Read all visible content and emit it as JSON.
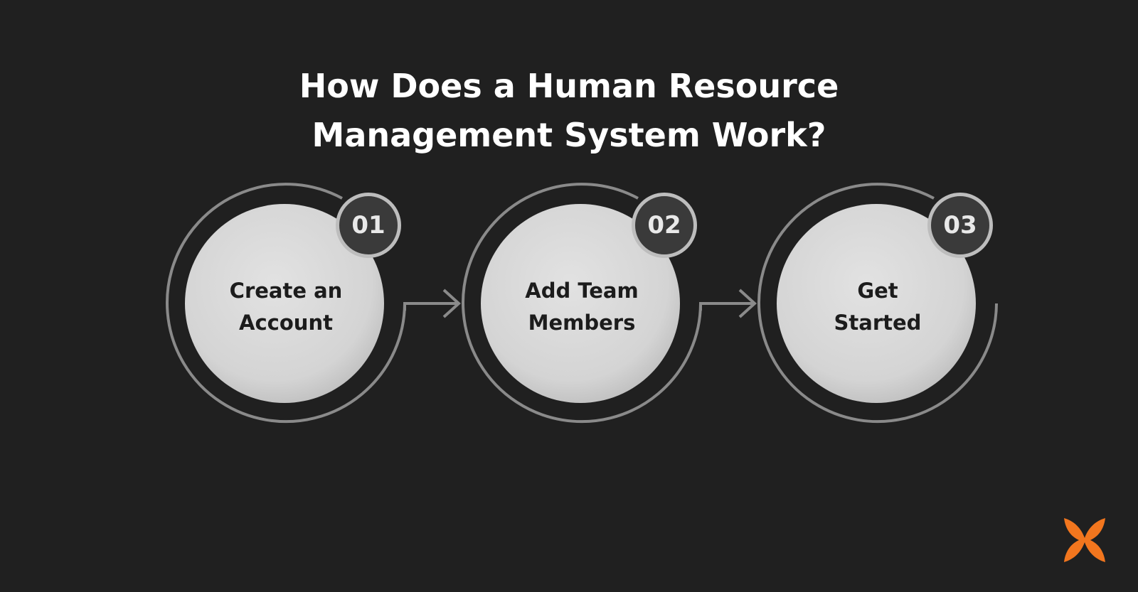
{
  "title": {
    "line1": "How Does a Human Resource",
    "line2": "Management System Work?"
  },
  "steps": [
    {
      "number": "01",
      "line1": "Create an",
      "line2": "Account"
    },
    {
      "number": "02",
      "line1": "Add Team",
      "line2": "Members"
    },
    {
      "number": "03",
      "line1": "Get",
      "line2": "Started"
    }
  ],
  "colors": {
    "background": "#202020",
    "circle_fill": "#d6d6d6",
    "ring": "#8a8a8a",
    "badge_fill": "#3a3a3a",
    "badge_border": "#bdbdbd",
    "title_text": "#ffffff",
    "step_text": "#1c1c1c",
    "logo": "#f2761e"
  },
  "logo": {
    "icon": "butterfly-logo-icon"
  }
}
